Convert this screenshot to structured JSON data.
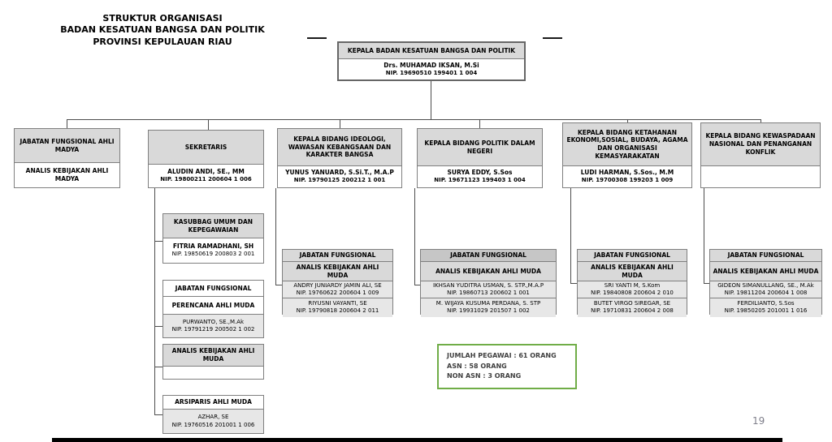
{
  "slide": {
    "title_lines": [
      "STRUKTUR ORGANISASI",
      "BADAN KESATUAN BANGSA DAN POLITIK",
      "PROVINSI KEPULAUAN RIAU"
    ],
    "page_number": "19"
  },
  "colors": {
    "box_fill_gray": "#d9d9d9",
    "box_border": "#7f7f7f",
    "summary_border_green": "#70ad47"
  },
  "head": {
    "title": "KEPALA BADAN KESATUAN BANGSA DAN POLITIK",
    "name": "Drs. MUHAMAD IKSAN, M.Si",
    "nip": "NIP. 19690510 199401 1 004"
  },
  "level2": [
    {
      "title": "JABATAN FUNGSIONAL AHLI MADYA",
      "name": "ANALIS KEBIJAKAN AHLI MADYA",
      "nip": ""
    },
    {
      "title": "SEKRETARIS",
      "name": "ALUDIN ANDI, SE., MM",
      "nip": "NIP. 19800211 200604 1 006"
    },
    {
      "title": "KEPALA BIDANG IDEOLOGI, WAWASAN KEBANGSAAN DAN KARAKTER BANGSA",
      "name": "YUNUS YANUARD, S.Si.T., M.A.P",
      "nip": "NIP. 19790125 200212 1 001"
    },
    {
      "title": "KEPALA BIDANG POLITIK DALAM NEGERI",
      "name": "SURYA EDDY, S.Sos",
      "nip": "NIP. 19671123 199403 1 004"
    },
    {
      "title": "KEPALA BIDANG KETAHANAN EKONOMI,SOSIAL, BUDAYA, AGAMA DAN ORGANISASI KEMASYARAKATAN",
      "name": "LUDI HARMAN, S.Sos., M.M",
      "nip": "NIP. 19700308 199203 1 009"
    },
    {
      "title": "KEPALA BIDANG KEWASPADAAN NASIONAL DAN PENANGANAN KONFLIK",
      "name": "",
      "nip": ""
    }
  ],
  "sekretariat": {
    "kasubbag": {
      "title": "KASUBBAG UMUM DAN KEPEGAWAIAN",
      "name": "FITRIA RAMADHANI, SH",
      "nip": "NIP. 19850619 200803 2 001"
    },
    "perencana": {
      "row1": "JABATAN FUNGSIONAL",
      "row2": "PERENCANA AHLI MUDA",
      "name": "PURWANTO, SE.,M.Ak",
      "nip": "NIP. 19791219 200502 1 002"
    },
    "analis": {
      "title": "ANALIS KEBIJAKAN AHLI MUDA"
    },
    "arsiparis": {
      "title": "ARSIPARIS AHLI MUDA",
      "name": "AZHAR, SE",
      "nip": "NIP. 19760516 201001 1 006"
    }
  },
  "fungsional_groups": [
    {
      "header": "JABATAN FUNGSIONAL",
      "subheader": "ANALIS KEBIJAKAN AHLI MUDA",
      "members": [
        {
          "name": "ANDRY JUNIARDY JAMIN ALI, SE",
          "nip": "NIP. 19760622 200604 1 009"
        },
        {
          "name": "RIYUSNI VAYANTI, SE",
          "nip": "NIP. 19790818 200604 2 011"
        }
      ]
    },
    {
      "header": "JABATAN FUNGSIONAL",
      "subheader": "ANALIS KEBIJAKAN AHLI MUDA",
      "members": [
        {
          "name": "IKHSAN YUDITRA USMAN, S. STP.,M.A.P",
          "nip": "NIP. 19860713 200602 1 001"
        },
        {
          "name": "M. WIJAYA KUSUMA PERDANA, S. STP",
          "nip": "NIP. 19931029 201507 1 002"
        }
      ]
    },
    {
      "header": "JABATAN FUNGSIONAL",
      "subheader": "ANALIS KEBIJAKAN AHLI MUDA",
      "members": [
        {
          "name": "SRI YANTI M, S.Kom",
          "nip": "NIP. 19840808 200604 2 010"
        },
        {
          "name": "BUTET VIRGO SIREGAR, SE",
          "nip": "NIP. 19710831 200604 2 008"
        }
      ]
    },
    {
      "header": "JABATAN FUNGSIONAL",
      "subheader": "ANALIS KEBIJAKAN AHLI MUDA",
      "members": [
        {
          "name": "GIDEON SIMANULLANG, SE., M.Ak",
          "nip": "NIP. 19811204 200604 1 008"
        },
        {
          "name": "FERDILIANTO, S.Sos",
          "nip": "NIP. 19850205 201001 1 016"
        }
      ]
    }
  ],
  "summary": {
    "lines": [
      "JUMLAH PEGAWAI : 61 ORANG",
      "ASN : 58 ORANG",
      "NON ASN : 3 ORANG"
    ]
  }
}
